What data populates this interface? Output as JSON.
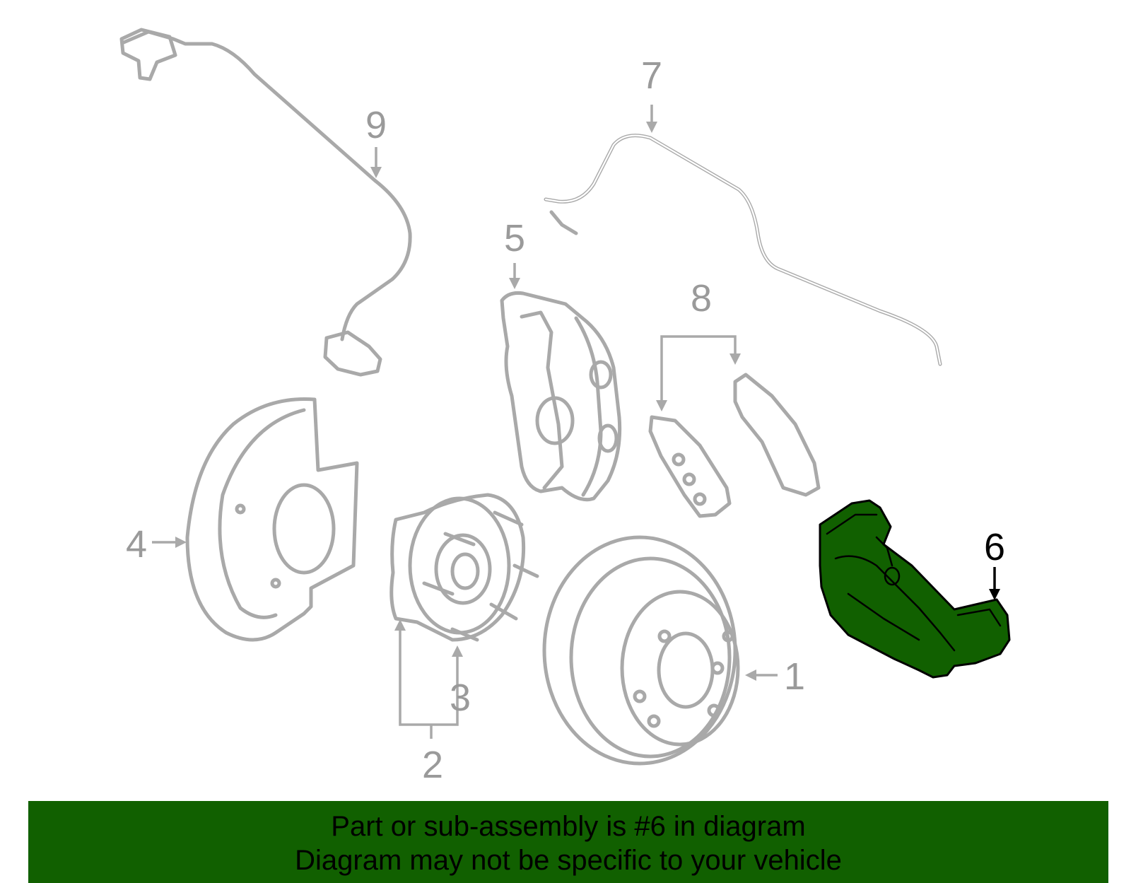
{
  "callouts": [
    {
      "id": "1",
      "label": "1"
    },
    {
      "id": "2",
      "label": "2"
    },
    {
      "id": "3",
      "label": "3"
    },
    {
      "id": "4",
      "label": "4"
    },
    {
      "id": "5",
      "label": "5"
    },
    {
      "id": "6",
      "label": "6"
    },
    {
      "id": "7",
      "label": "7"
    },
    {
      "id": "8",
      "label": "8"
    },
    {
      "id": "9",
      "label": "9"
    }
  ],
  "highlighted_part": "6",
  "colors": {
    "highlight": "#116000",
    "part_outline": "#a9a9a9",
    "banner": "#116000"
  },
  "banner": {
    "line1": "Part or sub-assembly is #6 in diagram",
    "line2": "Diagram may not be specific to your vehicle"
  }
}
